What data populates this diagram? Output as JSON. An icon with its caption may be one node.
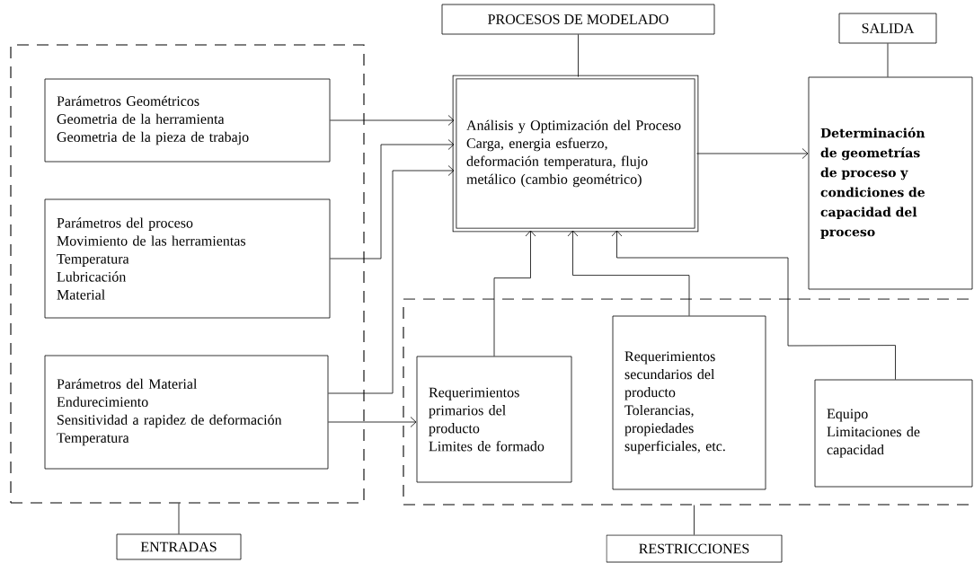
{
  "diagram": {
    "nodes": [
      {
        "text": [],
        "shape": "box"
      },
      {
        "text": [
          "Parámetros Geométricos",
          "Geometria de la herramienta",
          "Geometria de la pieza de trabajo"
        ],
        "in": 0
      },
      {
        "text": [
          "Parámetros del proceso",
          "Movimiento de las herramientas",
          "Temperatura",
          "Lubricación",
          "Material"
        ],
        "in": 0
      },
      {
        "text": [
          "Parámetros del Material",
          "Endurecimiento",
          "Sensitividad a rapidez de deformación",
          "Temperatura"
        ],
        "in": 0
      },
      {
        "text": [
          "ENTRADAS"
        ]
      },
      {
        "text": [],
        "shape": "box"
      },
      {
        "text": [
          "Requerimientos primarios del producto",
          "Limites de formado"
        ],
        "in": 5
      },
      {
        "text": [
          "Requerimientos secundarios del producto",
          "Tolerancias, propiedades superficiales, etc."
        ],
        "in": 5
      },
      {
        "text": [
          "Equipo",
          "Limitaciones de capacidad"
        ],
        "in": 5
      },
      {
        "text": [
          "RESTRICCIONES"
        ]
      },
      {
        "text": [
          "PROCESOS DE MODELADO"
        ]
      },
      {
        "text": [
          "Análisis y Optimización del Proceso",
          "Carga, energia esfuerzo, deformación temperatura, flujo metálico (cambio geométrico)"
        ]
      },
      {
        "text": [
          "SALIDA"
        ]
      },
      {
        "text": [
          "Determinación de geometrías de proceso y condiciones de capacidad del proceso"
        ]
      }
    ],
    "edges": [
      {
        "from": 1,
        "to": 11,
        "arrow": "to"
      },
      {
        "from": 2,
        "to": 11,
        "arrow": "to"
      },
      {
        "from": 3,
        "to": 11,
        "arrow": "to"
      },
      {
        "from": 3,
        "to": 6,
        "arrow": "to"
      },
      {
        "from": 6,
        "to": 11,
        "arrow": "to"
      },
      {
        "from": 7,
        "to": 11,
        "arrow": "to"
      },
      {
        "from": 8,
        "to": 11,
        "arrow": "to"
      },
      {
        "from": 11,
        "to": 13,
        "arrow": "to"
      },
      {
        "from": 10,
        "to": 11,
        "arrow": "none"
      },
      {
        "from": 12,
        "to": 13,
        "arrow": "none"
      },
      {
        "from": 0,
        "to": 4,
        "arrow": "none"
      },
      {
        "from": 5,
        "to": 9,
        "arrow": "none"
      }
    ]
  }
}
